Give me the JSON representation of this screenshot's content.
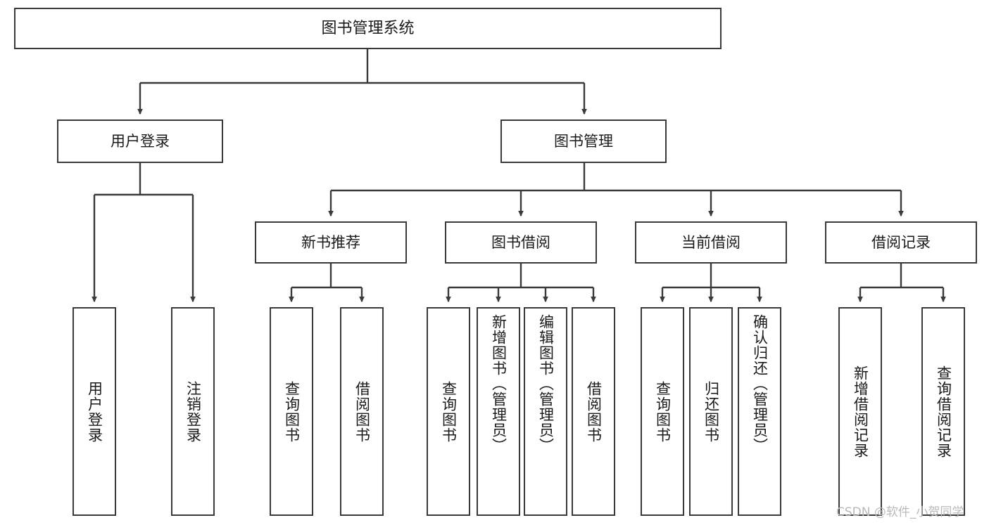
{
  "diagram": {
    "title": "图书管理系统",
    "type": "tree",
    "stroke_color": "#3a3a3a",
    "text_color": "#1a1a1a",
    "background_color": "#ffffff",
    "watermark": "CSDN @软件_小贺同学",
    "levels": {
      "root": {
        "label": "图书管理系统"
      },
      "level2": [
        {
          "label": "用户登录"
        },
        {
          "label": "图书管理"
        }
      ],
      "level3": [
        {
          "label": "新书推荐"
        },
        {
          "label": "图书借阅"
        },
        {
          "label": "当前借阅"
        },
        {
          "label": "借阅记录"
        }
      ],
      "leaves": {
        "user_login": [
          {
            "label": "用户登录"
          },
          {
            "label": "注销登录"
          }
        ],
        "new_book_recommend": [
          {
            "label": "查询图书"
          },
          {
            "label": "借阅图书"
          }
        ],
        "book_borrow": [
          {
            "label": "查询图书"
          },
          {
            "label": "新增图书（管理员）"
          },
          {
            "label": "编辑图书（管理员）"
          },
          {
            "label": "借阅图书"
          }
        ],
        "current_borrow": [
          {
            "label": "查询图书"
          },
          {
            "label": "归还图书"
          },
          {
            "label": "确认归还（管理员）"
          }
        ],
        "borrow_record": [
          {
            "label": "新增借阅记录"
          },
          {
            "label": "查询借阅记录"
          }
        ]
      }
    }
  }
}
